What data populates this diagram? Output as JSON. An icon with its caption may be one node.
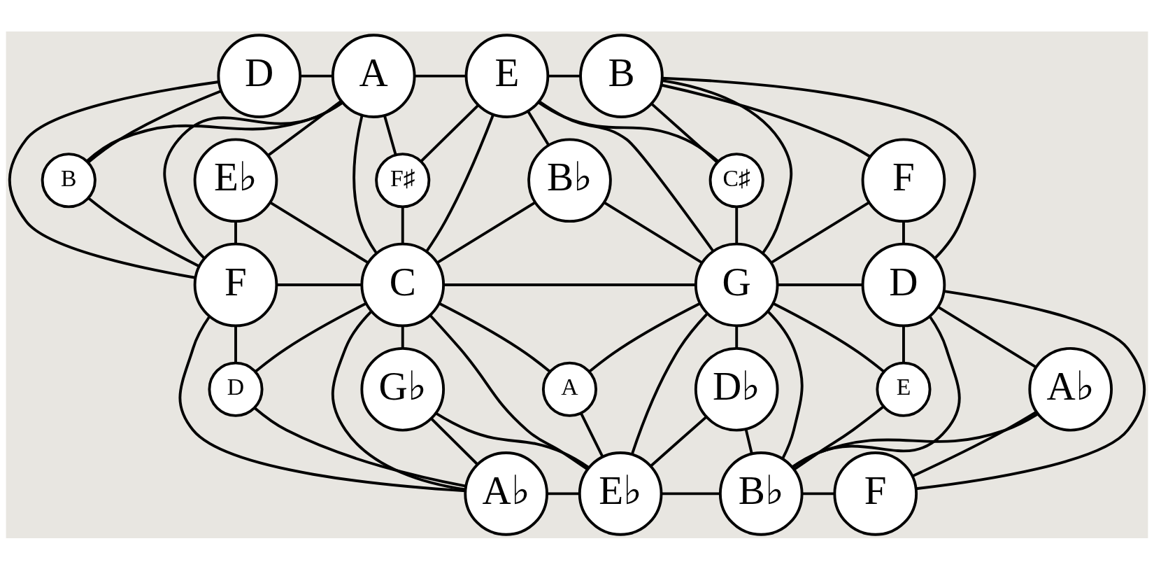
{
  "diagram": {
    "nodes": [
      {
        "text": [
          "D"
        ]
      },
      {
        "text": [
          "A"
        ]
      },
      {
        "text": [
          "E"
        ]
      },
      {
        "text": [
          "B"
        ]
      },
      {
        "text": [
          "B"
        ]
      },
      {
        "text": [
          "F♯"
        ]
      },
      {
        "text": [
          "C♯"
        ]
      },
      {
        "text": [
          "E♭"
        ]
      },
      {
        "text": [
          "B♭"
        ]
      },
      {
        "text": [
          "F"
        ]
      },
      {
        "text": [
          "F"
        ]
      },
      {
        "text": [
          "C"
        ]
      },
      {
        "text": [
          "G"
        ]
      },
      {
        "text": [
          "D"
        ]
      },
      {
        "text": [
          "D"
        ]
      },
      {
        "text": [
          "A"
        ]
      },
      {
        "text": [
          "E"
        ]
      },
      {
        "text": [
          "G♭"
        ]
      },
      {
        "text": [
          "D♭"
        ]
      },
      {
        "text": [
          "A♭"
        ]
      },
      {
        "text": [
          "A♭"
        ]
      },
      {
        "text": [
          "E♭"
        ]
      },
      {
        "text": [
          "B♭"
        ]
      },
      {
        "text": [
          "F"
        ]
      }
    ],
    "edges": [
      {
        "from": 0,
        "to": 1,
        "arrow": "none"
      },
      {
        "from": 1,
        "to": 2,
        "arrow": "none"
      },
      {
        "from": 2,
        "to": 3,
        "arrow": "none"
      },
      {
        "from": 0,
        "to": 4,
        "arrow": "none"
      },
      {
        "from": 0,
        "to": 10,
        "arrow": "none"
      },
      {
        "from": 1,
        "to": 4,
        "arrow": "none"
      },
      {
        "from": 1,
        "to": 10,
        "arrow": "none"
      },
      {
        "from": 1,
        "to": 7,
        "arrow": "none"
      },
      {
        "from": 1,
        "to": 11,
        "arrow": "none"
      },
      {
        "from": 1,
        "to": 5,
        "arrow": "none"
      },
      {
        "from": 4,
        "to": 10,
        "arrow": "none"
      },
      {
        "from": 2,
        "to": 5,
        "arrow": "none"
      },
      {
        "from": 2,
        "to": 11,
        "arrow": "none"
      },
      {
        "from": 2,
        "to": 8,
        "arrow": "none"
      },
      {
        "from": 2,
        "to": 12,
        "arrow": "none"
      },
      {
        "from": 2,
        "to": 6,
        "arrow": "none"
      },
      {
        "from": 5,
        "to": 11,
        "arrow": "none"
      },
      {
        "from": 3,
        "to": 6,
        "arrow": "none"
      },
      {
        "from": 3,
        "to": 12,
        "arrow": "none"
      },
      {
        "from": 3,
        "to": 9,
        "arrow": "none"
      },
      {
        "from": 3,
        "to": 13,
        "arrow": "none"
      },
      {
        "from": 6,
        "to": 12,
        "arrow": "none"
      },
      {
        "from": 7,
        "to": 10,
        "arrow": "none"
      },
      {
        "from": 7,
        "to": 11,
        "arrow": "none"
      },
      {
        "from": 8,
        "to": 11,
        "arrow": "none"
      },
      {
        "from": 8,
        "to": 12,
        "arrow": "none"
      },
      {
        "from": 9,
        "to": 12,
        "arrow": "none"
      },
      {
        "from": 9,
        "to": 13,
        "arrow": "none"
      },
      {
        "from": 10,
        "to": 11,
        "arrow": "none"
      },
      {
        "from": 11,
        "to": 12,
        "arrow": "none"
      },
      {
        "from": 12,
        "to": 13,
        "arrow": "none"
      },
      {
        "from": 10,
        "to": 14,
        "arrow": "none"
      },
      {
        "from": 10,
        "to": 20,
        "arrow": "none"
      },
      {
        "from": 11,
        "to": 14,
        "arrow": "none"
      },
      {
        "from": 11,
        "to": 20,
        "arrow": "none"
      },
      {
        "from": 11,
        "to": 17,
        "arrow": "none"
      },
      {
        "from": 11,
        "to": 21,
        "arrow": "none"
      },
      {
        "from": 11,
        "to": 15,
        "arrow": "none"
      },
      {
        "from": 12,
        "to": 15,
        "arrow": "none"
      },
      {
        "from": 12,
        "to": 21,
        "arrow": "none"
      },
      {
        "from": 12,
        "to": 18,
        "arrow": "none"
      },
      {
        "from": 12,
        "to": 22,
        "arrow": "none"
      },
      {
        "from": 12,
        "to": 16,
        "arrow": "none"
      },
      {
        "from": 13,
        "to": 16,
        "arrow": "none"
      },
      {
        "from": 13,
        "to": 22,
        "arrow": "none"
      },
      {
        "from": 13,
        "to": 19,
        "arrow": "none"
      },
      {
        "from": 13,
        "to": 23,
        "arrow": "none"
      },
      {
        "from": 14,
        "to": 20,
        "arrow": "none"
      },
      {
        "from": 15,
        "to": 21,
        "arrow": "none"
      },
      {
        "from": 16,
        "to": 22,
        "arrow": "none"
      },
      {
        "from": 17,
        "to": 20,
        "arrow": "none"
      },
      {
        "from": 17,
        "to": 21,
        "arrow": "none"
      },
      {
        "from": 18,
        "to": 21,
        "arrow": "none"
      },
      {
        "from": 18,
        "to": 22,
        "arrow": "none"
      },
      {
        "from": 19,
        "to": 22,
        "arrow": "none"
      },
      {
        "from": 19,
        "to": 23,
        "arrow": "none"
      },
      {
        "from": 20,
        "to": 21,
        "arrow": "none"
      },
      {
        "from": 21,
        "to": 22,
        "arrow": "none"
      },
      {
        "from": 22,
        "to": 23,
        "arrow": "none"
      }
    ]
  }
}
